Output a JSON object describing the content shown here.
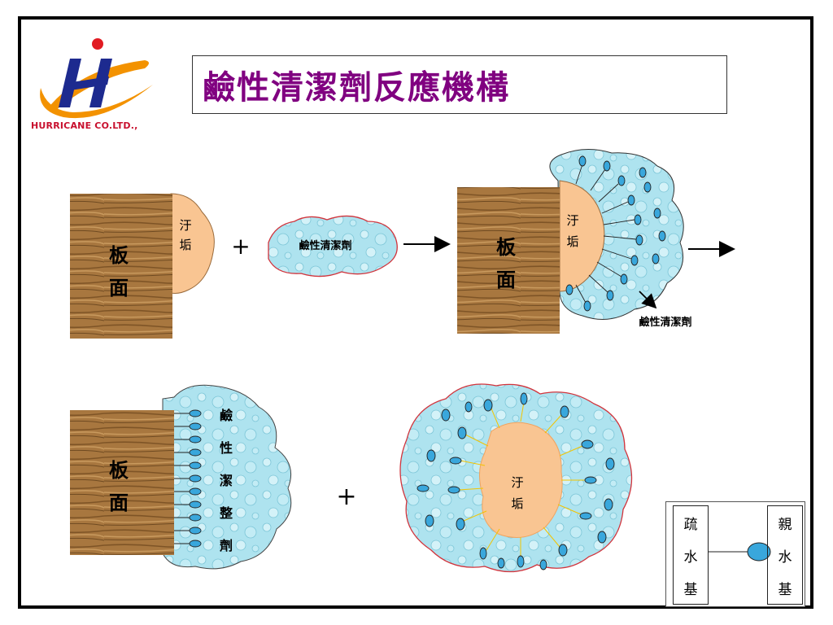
{
  "title": "鹼性清潔劑反應機構",
  "logo": {
    "company": "HURRICANE CO.LTD.,"
  },
  "panel1": {
    "board_char1": "板",
    "board_char2": "面",
    "dirt_char1": "汙",
    "dirt_char2": "垢",
    "plus": "+",
    "cleaner_label": "鹼性清潔劑"
  },
  "panel2": {
    "board_char1": "板",
    "board_char2": "面",
    "dirt_char1": "汙",
    "dirt_char2": "垢",
    "cleaner_label": "鹼性清潔劑"
  },
  "panel3": {
    "board_char1": "板",
    "board_char2": "面",
    "cleaner_vertical": [
      "鹼",
      "性",
      "潔",
      "整",
      "劑"
    ],
    "plus": "+"
  },
  "panel4": {
    "dirt_char1": "汙",
    "dirt_char2": "垢"
  },
  "legend": {
    "hydrophobic": [
      "疏",
      "水",
      "基"
    ],
    "hydrophilic": [
      "親",
      "水",
      "基"
    ]
  },
  "colors": {
    "title": "#800080",
    "logo_text": "#c8102e",
    "cleaner_fill": "#aee3ef",
    "cleaner_border": "#d2343c",
    "dirt_fill": "#f9c592",
    "wood": "#a8773f",
    "molecule_head": "#39a7dc"
  },
  "icons": [
    "wood-board",
    "dirt-blob",
    "cleaner-cloud",
    "surfactant-molecule",
    "arrow-right"
  ]
}
